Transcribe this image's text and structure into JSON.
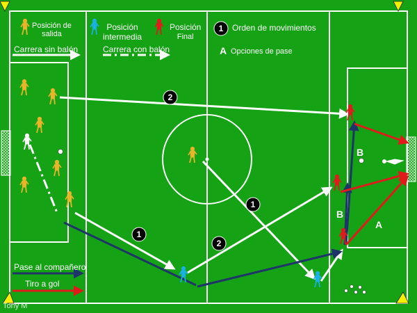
{
  "legend": {
    "start_position": "Posición de salida",
    "start_position_l1": "Posición de",
    "start_position_l2": "salida",
    "mid_position_l1": "Posición",
    "mid_position_l2": "intermedia",
    "final_position_l1": "Posición",
    "final_position_l2": "Final",
    "order_number": "1",
    "order_label": "Orden de movimientos",
    "pass_letter": "A",
    "pass_label": "Opciones de pase",
    "run_no_ball": "Carrera sin balón",
    "run_with_ball": "Carrera  con balón",
    "pass_to_teammate": "Pase al compañero",
    "shot": "Tiro a gol"
  },
  "markers": {
    "order_1": "1",
    "order_2": "2",
    "option_a": "A",
    "option_b": "B"
  },
  "author": "Tony M",
  "colors": {
    "pitch": "#15a315",
    "start_player": "#e8b42a",
    "mid_player": "#1ab0e6",
    "final_player": "#e01b1b",
    "pass_line": "#1f3468",
    "shot_line": "#e01b1b",
    "run_line": "#ffffff",
    "corner_flag": "#f5f000"
  }
}
